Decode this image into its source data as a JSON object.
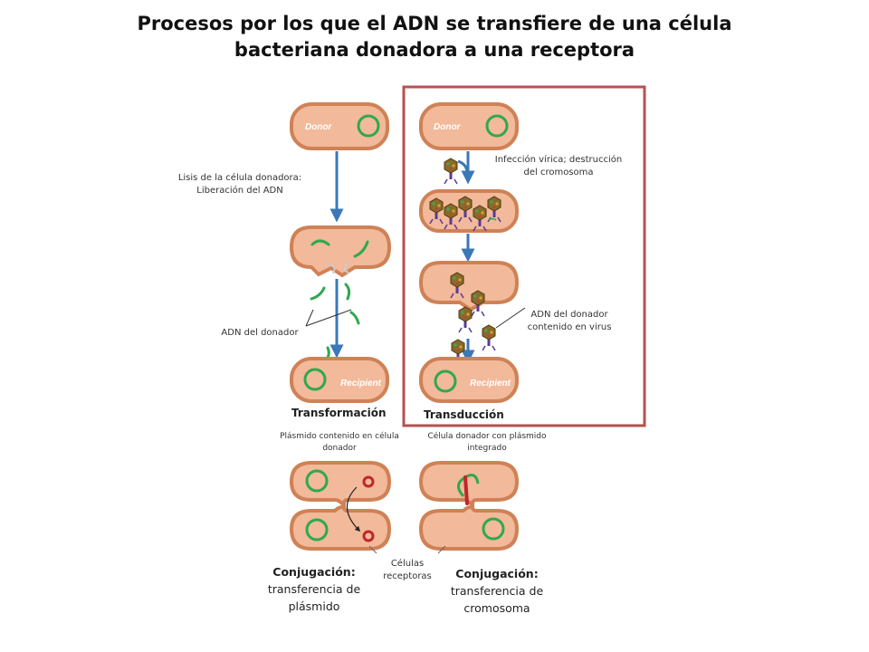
{
  "title": {
    "line1": "Procesos por los que el ADN se transfiere de una célula",
    "line2": "bacteriana donadora a una receptora"
  },
  "cell_labels": {
    "donor": "Donor",
    "recipient": "Recipient"
  },
  "transformation": {
    "heading": "Transformación",
    "lysis_line1": "Lisis de la célula donadora:",
    "lysis_line2": "Liberación del ADN",
    "donor_dna": "ADN del donador"
  },
  "transduction": {
    "heading": "Transducción",
    "infection_line1": "Infección vírica; destrucción",
    "infection_line2": "del cromosoma",
    "virus_dna_line1": "ADN del donador",
    "virus_dna_line2": "contenido en virus"
  },
  "conjugation_plasmid": {
    "top_line1": "Plásmido contenido en célula",
    "top_line2": "donador",
    "label_bold": "Conjugación:",
    "label_line2": "transferencia de",
    "label_line3": "plásmido"
  },
  "conjugation_chromosome": {
    "top_line1": "Célula donador con plásmido",
    "top_line2": "integrado",
    "label_bold": "Conjugación:",
    "label_line2": "transferencia de",
    "label_line3": "cromosoma"
  },
  "recipient_cells": {
    "line1": "Células",
    "line2": "receptoras"
  },
  "colors": {
    "cell_fill": "#f2b99a",
    "cell_rim": "#cf8256",
    "chromosome": "#2fa84f",
    "arrow": "#3b78b8",
    "highlight_box": "#b5524f",
    "plasmid": "#c0262c",
    "virus_head": "#8a6a2a",
    "virus_tail": "#5a3a9a"
  }
}
